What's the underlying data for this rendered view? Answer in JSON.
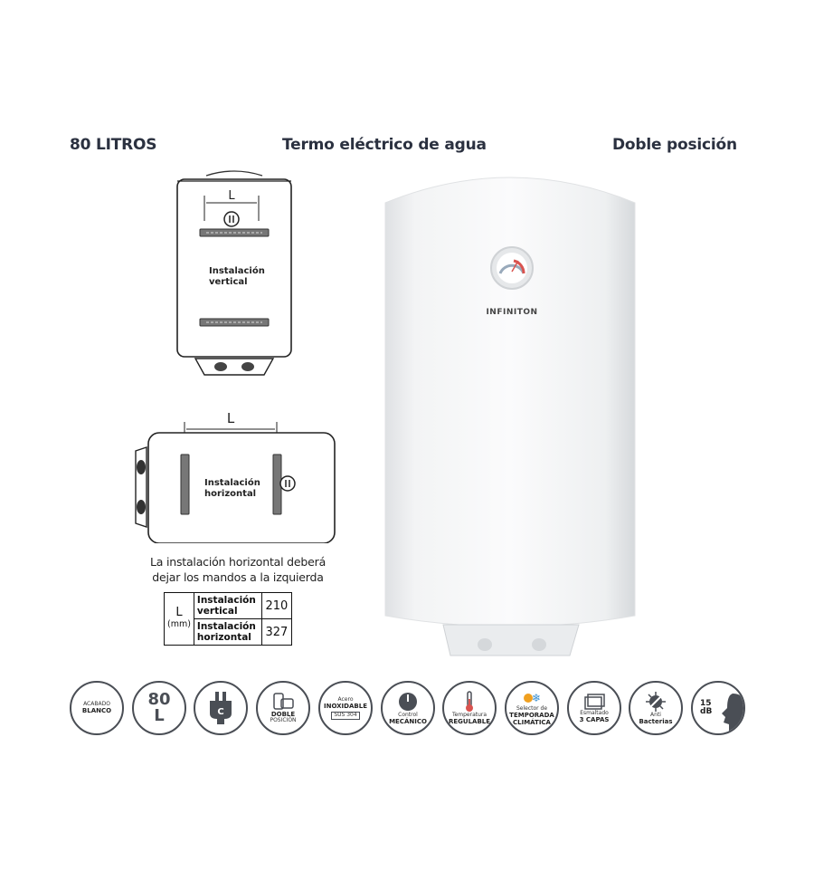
{
  "header": {
    "left": "80 LITROS",
    "center": "Termo eléctrico de agua",
    "right": "Doble posición"
  },
  "diagram_vertical": {
    "dimension_letter": "L",
    "label_line1": "Instalación",
    "label_line2": "vertical"
  },
  "diagram_horizontal": {
    "dimension_letter": "L",
    "label_line1": "Instalación",
    "label_line2": "horizontal"
  },
  "note": {
    "line1": "La instalación horizontal deberá",
    "line2": "dejar los mandos a la izquierda"
  },
  "dimension_table": {
    "l_label": "L",
    "unit": "(mm)",
    "rows": [
      {
        "label_line1": "Instalación",
        "label_line2": "vertical",
        "value": "210"
      },
      {
        "label_line1": "Instalación",
        "label_line2": "horizontal",
        "value": "327"
      }
    ]
  },
  "product": {
    "brand": "INFINITON"
  },
  "features": [
    {
      "icon": "finish-icon",
      "top": "ACABADO",
      "bottom": "BLANCO"
    },
    {
      "icon": "capacity-icon",
      "top": "80",
      "bottom": "L"
    },
    {
      "icon": "plug-icon",
      "top": "C",
      "bottom": ""
    },
    {
      "icon": "double-position-icon",
      "top": "DOBLE",
      "bottom": "POSICIÓN"
    },
    {
      "icon": "stainless-steel-icon",
      "top": "Acero",
      "middle": "INOXIDABLE",
      "bottom": "SUS 304"
    },
    {
      "icon": "mechanical-control-icon",
      "top": "Control",
      "bottom": "MECÁNICO"
    },
    {
      "icon": "thermometer-icon",
      "top": "Temperatura",
      "bottom": "REGULABLE"
    },
    {
      "icon": "season-selector-icon",
      "top": "Selector de",
      "middle": "TEMPORADA",
      "bottom": "CLIMÁTICA"
    },
    {
      "icon": "enamel-layers-icon",
      "top": "Esmaltado",
      "bottom": "3 CAPAS"
    },
    {
      "icon": "antibacteria-icon",
      "top": "Anti",
      "bottom": "Bacterias"
    },
    {
      "icon": "noise-icon",
      "top": "15",
      "bottom": "dB"
    }
  ],
  "colors": {
    "icon_stroke": "#4a4e55",
    "heater_body": "#f4f5f6",
    "gauge_needle": "#d9534f",
    "text_dark": "#2b3140"
  }
}
